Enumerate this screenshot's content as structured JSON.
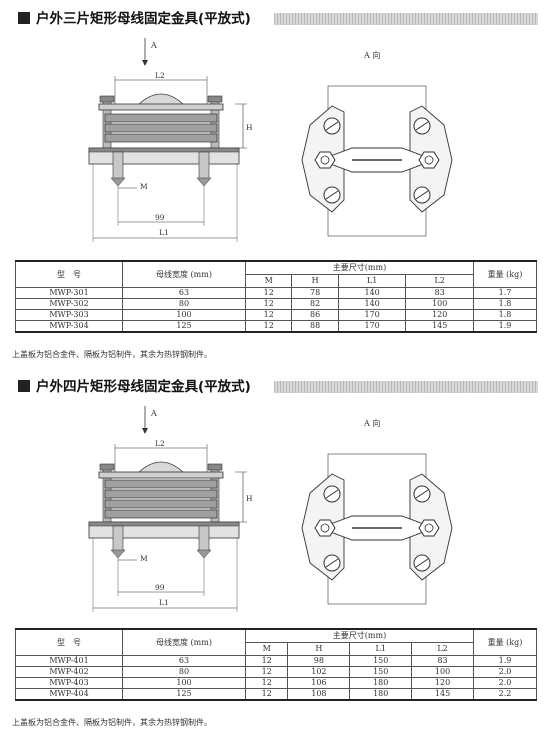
{
  "sections": [
    {
      "title": "户外三片矩形母线固定金具(平放式)",
      "side_view": {
        "arrow_label": "A",
        "dims": {
          "l2": "L2",
          "h": "H",
          "m": "M",
          "w99": "99",
          "l1": "L1"
        }
      },
      "view_a_label": "A 向",
      "table": {
        "headers": {
          "model": "型　号",
          "width": "母线宽度 (mm)",
          "main_dims": "主要尺寸(mm)",
          "weight": "重量 (kg)",
          "sub": [
            "M",
            "H",
            "L1",
            "L2"
          ]
        },
        "rows": [
          [
            "MWP-301",
            "63",
            "12",
            "78",
            "140",
            "83",
            "1.7"
          ],
          [
            "MWP-302",
            "80",
            "12",
            "82",
            "140",
            "100",
            "1.8"
          ],
          [
            "MWP-303",
            "100",
            "12",
            "86",
            "170",
            "120",
            "1.8"
          ],
          [
            "MWP-304",
            "125",
            "12",
            "88",
            "170",
            "145",
            "1.9"
          ]
        ]
      },
      "note": "上盖板为铝合金件、隔板为铝制件，其余为热锌钢制件。"
    },
    {
      "title": "户外四片矩形母线固定金具(平放式)",
      "side_view": {
        "arrow_label": "A",
        "dims": {
          "l2": "L2",
          "h": "H",
          "m": "M",
          "w99": "99",
          "l1": "L1"
        }
      },
      "view_a_label": "A 向",
      "table": {
        "headers": {
          "model": "型　号",
          "width": "母线宽度 (mm)",
          "main_dims": "主要尺寸(mm)",
          "weight": "重量 (kg)",
          "sub": [
            "M",
            "H",
            "L1",
            "L2"
          ]
        },
        "rows": [
          [
            "MWP-401",
            "63",
            "12",
            "98",
            "150",
            "83",
            "1.9"
          ],
          [
            "MWP-402",
            "80",
            "12",
            "102",
            "150",
            "100",
            "2.0"
          ],
          [
            "MWP-403",
            "100",
            "12",
            "106",
            "180",
            "120",
            "2.0"
          ],
          [
            "MWP-404",
            "125",
            "12",
            "108",
            "180",
            "145",
            "2.2"
          ]
        ]
      },
      "note": "上盖板为铝合金件、隔板为铝制件，其余为热锌钢制件。"
    }
  ]
}
